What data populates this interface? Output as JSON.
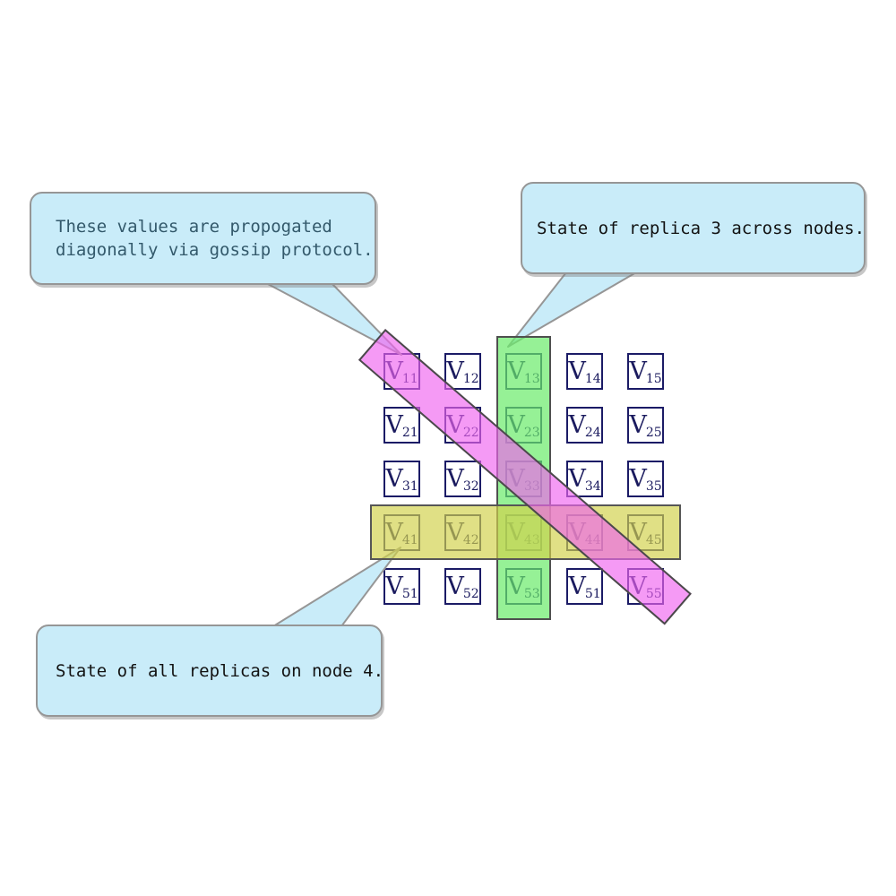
{
  "diagram": {
    "description": "5x5 matrix of replicated values with highlighted column, row and diagonal",
    "background": "#ffffff"
  },
  "callouts": [
    {
      "id": "gossip",
      "lines": [
        "These values are propogated",
        "diagonally via gossip protocol."
      ],
      "text_color": "#33596b",
      "points_to": "diagonal-band"
    },
    {
      "id": "replica3",
      "lines": [
        "State of replica 3 across nodes."
      ],
      "text_color": "#121212",
      "points_to": "column-band"
    },
    {
      "id": "node4",
      "lines": [
        "State of all replicas on node 4."
      ],
      "text_color": "#121212",
      "points_to": "row-band"
    }
  ],
  "grid": {
    "rows": 5,
    "cols": 5,
    "cells": [
      {
        "base": "V",
        "sub": "11"
      },
      {
        "base": "V",
        "sub": "12"
      },
      {
        "base": "V",
        "sub": "13"
      },
      {
        "base": "V",
        "sub": "14"
      },
      {
        "base": "V",
        "sub": "15"
      },
      {
        "base": "V",
        "sub": "21"
      },
      {
        "base": "V",
        "sub": "22"
      },
      {
        "base": "V",
        "sub": "23"
      },
      {
        "base": "V",
        "sub": "24"
      },
      {
        "base": "V",
        "sub": "25"
      },
      {
        "base": "V",
        "sub": "31"
      },
      {
        "base": "V",
        "sub": "32"
      },
      {
        "base": "V",
        "sub": "33"
      },
      {
        "base": "V",
        "sub": "34"
      },
      {
        "base": "V",
        "sub": "35"
      },
      {
        "base": "V",
        "sub": "41"
      },
      {
        "base": "V",
        "sub": "42"
      },
      {
        "base": "V",
        "sub": "43"
      },
      {
        "base": "V",
        "sub": "44"
      },
      {
        "base": "V",
        "sub": "45"
      },
      {
        "base": "V",
        "sub": "51"
      },
      {
        "base": "V",
        "sub": "52"
      },
      {
        "base": "V",
        "sub": "53"
      },
      {
        "base": "V",
        "sub": "51"
      },
      {
        "base": "V",
        "sub": "55"
      }
    ]
  },
  "bands": {
    "column": {
      "meaning": "state of replica 3 across nodes",
      "fill": "#69eb69",
      "border": "#4f4f4f"
    },
    "row": {
      "meaning": "state of all replicas on node 4",
      "fill": "#d2d24b",
      "border": "#565656"
    },
    "diagonal": {
      "meaning": "values propogated diagonally via gossip protocol",
      "fill": "#f064f0",
      "border": "#4a4a4a"
    }
  },
  "colors": {
    "cell_border": "#1b1b66",
    "cell_text": "#1a1a5e",
    "callout_fill": "#c9ecf9",
    "callout_border": "#969696",
    "background": "#ffffff"
  }
}
